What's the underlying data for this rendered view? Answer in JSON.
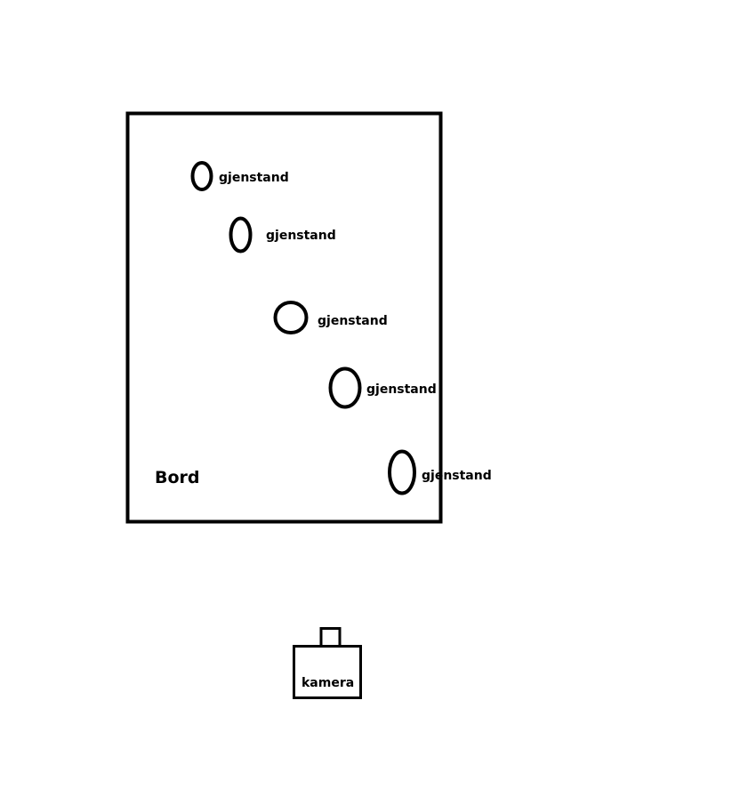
{
  "table": {
    "label": "Bord"
  },
  "objects": [
    {
      "label": "gjenstand"
    },
    {
      "label": "gjenstand"
    },
    {
      "label": "gjenstand"
    },
    {
      "label": "gjenstand"
    },
    {
      "label": "gjenstand"
    }
  ],
  "camera": {
    "label": "kamera"
  },
  "colors": {
    "stroke": "#000000",
    "background": "#ffffff"
  }
}
